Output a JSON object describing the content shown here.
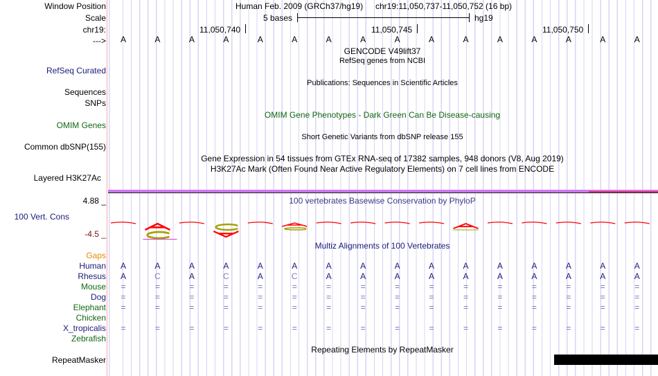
{
  "header": {
    "window_position_label": "Window Position",
    "scale_label": "Scale",
    "chrom_label": "chr19:",
    "strand_label": "--->",
    "assembly": "Human Feb. 2009 (GRCh37/hg19)",
    "position": "chr19:11,050,737-11,050,752 (16 bp)",
    "scale_text": "5 bases",
    "db": "hg19",
    "coord_ticks": [
      "11,050,740",
      "11,050,745",
      "11,050,750"
    ]
  },
  "sequence": [
    "A",
    "A",
    "A",
    "A",
    "A",
    "A",
    "A",
    "A",
    "A",
    "A",
    "A",
    "A",
    "A",
    "A",
    "A",
    "A"
  ],
  "tracks": {
    "gencode_title": "GENCODE V49lift37",
    "refseq_title": "RefSeq genes from NCBI",
    "refseq_label": "RefSeq Curated",
    "publications_title": "Publications: Sequences in Scientific Articles",
    "sequences_label": "Sequences",
    "snps_label": "SNPs",
    "omim_title": "OMIM Gene Phenotypes - Dark Green Can Be Disease-causing",
    "omim_label": "OMIM Genes",
    "dbsnp_title": "Short Genetic Variants from dbSNP release 155",
    "dbsnp_label": "Common dbSNP(155)",
    "gtex_title": "Gene Expression in 54 tissues from GTEx RNA-seq of 17382 samples, 948 donors (V8, Aug 2019)",
    "h3k27ac_title": "H3K27Ac Mark (Often Found Near Active Regulatory Elements) on 7 cell lines from ENCODE",
    "h3k27ac_label": "Layered H3K27Ac",
    "cons_max": "4.88 _",
    "cons_min": "-4.5 _",
    "cons_label": "100 Vert. Cons",
    "phylop_title": "100 vertebrates Basewise Conservation by PhyloP",
    "multiz_title": "Multiz Alignments of 100 Vertebrates",
    "repeat_title": "Repeating Elements by RepeatMasker",
    "repeat_label": "RepeatMasker"
  },
  "alignment": {
    "gaps_label": "Gaps",
    "species": [
      {
        "name": "Human",
        "bases": [
          "A",
          "A",
          "A",
          "A",
          "A",
          "A",
          "A",
          "A",
          "A",
          "A",
          "A",
          "A",
          "A",
          "A",
          "A",
          "A"
        ]
      },
      {
        "name": "Rhesus",
        "bases": [
          "A",
          "C",
          "A",
          "C",
          "A",
          "C",
          "A",
          "A",
          "A",
          "A",
          "A",
          "A",
          "A",
          "A",
          "A",
          "A"
        ]
      },
      {
        "name": "Mouse",
        "bases": [
          "=",
          "=",
          "=",
          "=",
          "=",
          "=",
          "=",
          "=",
          "=",
          "=",
          "=",
          "=",
          "=",
          "=",
          "=",
          "="
        ]
      },
      {
        "name": "Dog",
        "bases": [
          "=",
          "=",
          "=",
          "=",
          "=",
          "=",
          "=",
          "=",
          "=",
          "=",
          "=",
          "=",
          "=",
          "=",
          "=",
          "="
        ]
      },
      {
        "name": "Elephant",
        "bases": [
          "=",
          "=",
          "=",
          "=",
          "=",
          "=",
          "=",
          "=",
          "=",
          "=",
          "=",
          "=",
          "=",
          "=",
          "=",
          "="
        ]
      },
      {
        "name": "Chicken",
        "bases": []
      },
      {
        "name": "X_tropicalis",
        "bases": [
          "=",
          "=",
          "=",
          "=",
          "=",
          "=",
          "=",
          "=",
          "=",
          "=",
          "=",
          "=",
          "=",
          "=",
          "=",
          "="
        ]
      },
      {
        "name": "Zebrafish",
        "bases": []
      }
    ]
  },
  "colors": {
    "navy": "#1a1a7a",
    "green": "#116611",
    "orange": "#e88a00",
    "logo_red": "#ff0000",
    "logo_olive": "#a8a000",
    "phylop_bar": "#cc77ee"
  }
}
